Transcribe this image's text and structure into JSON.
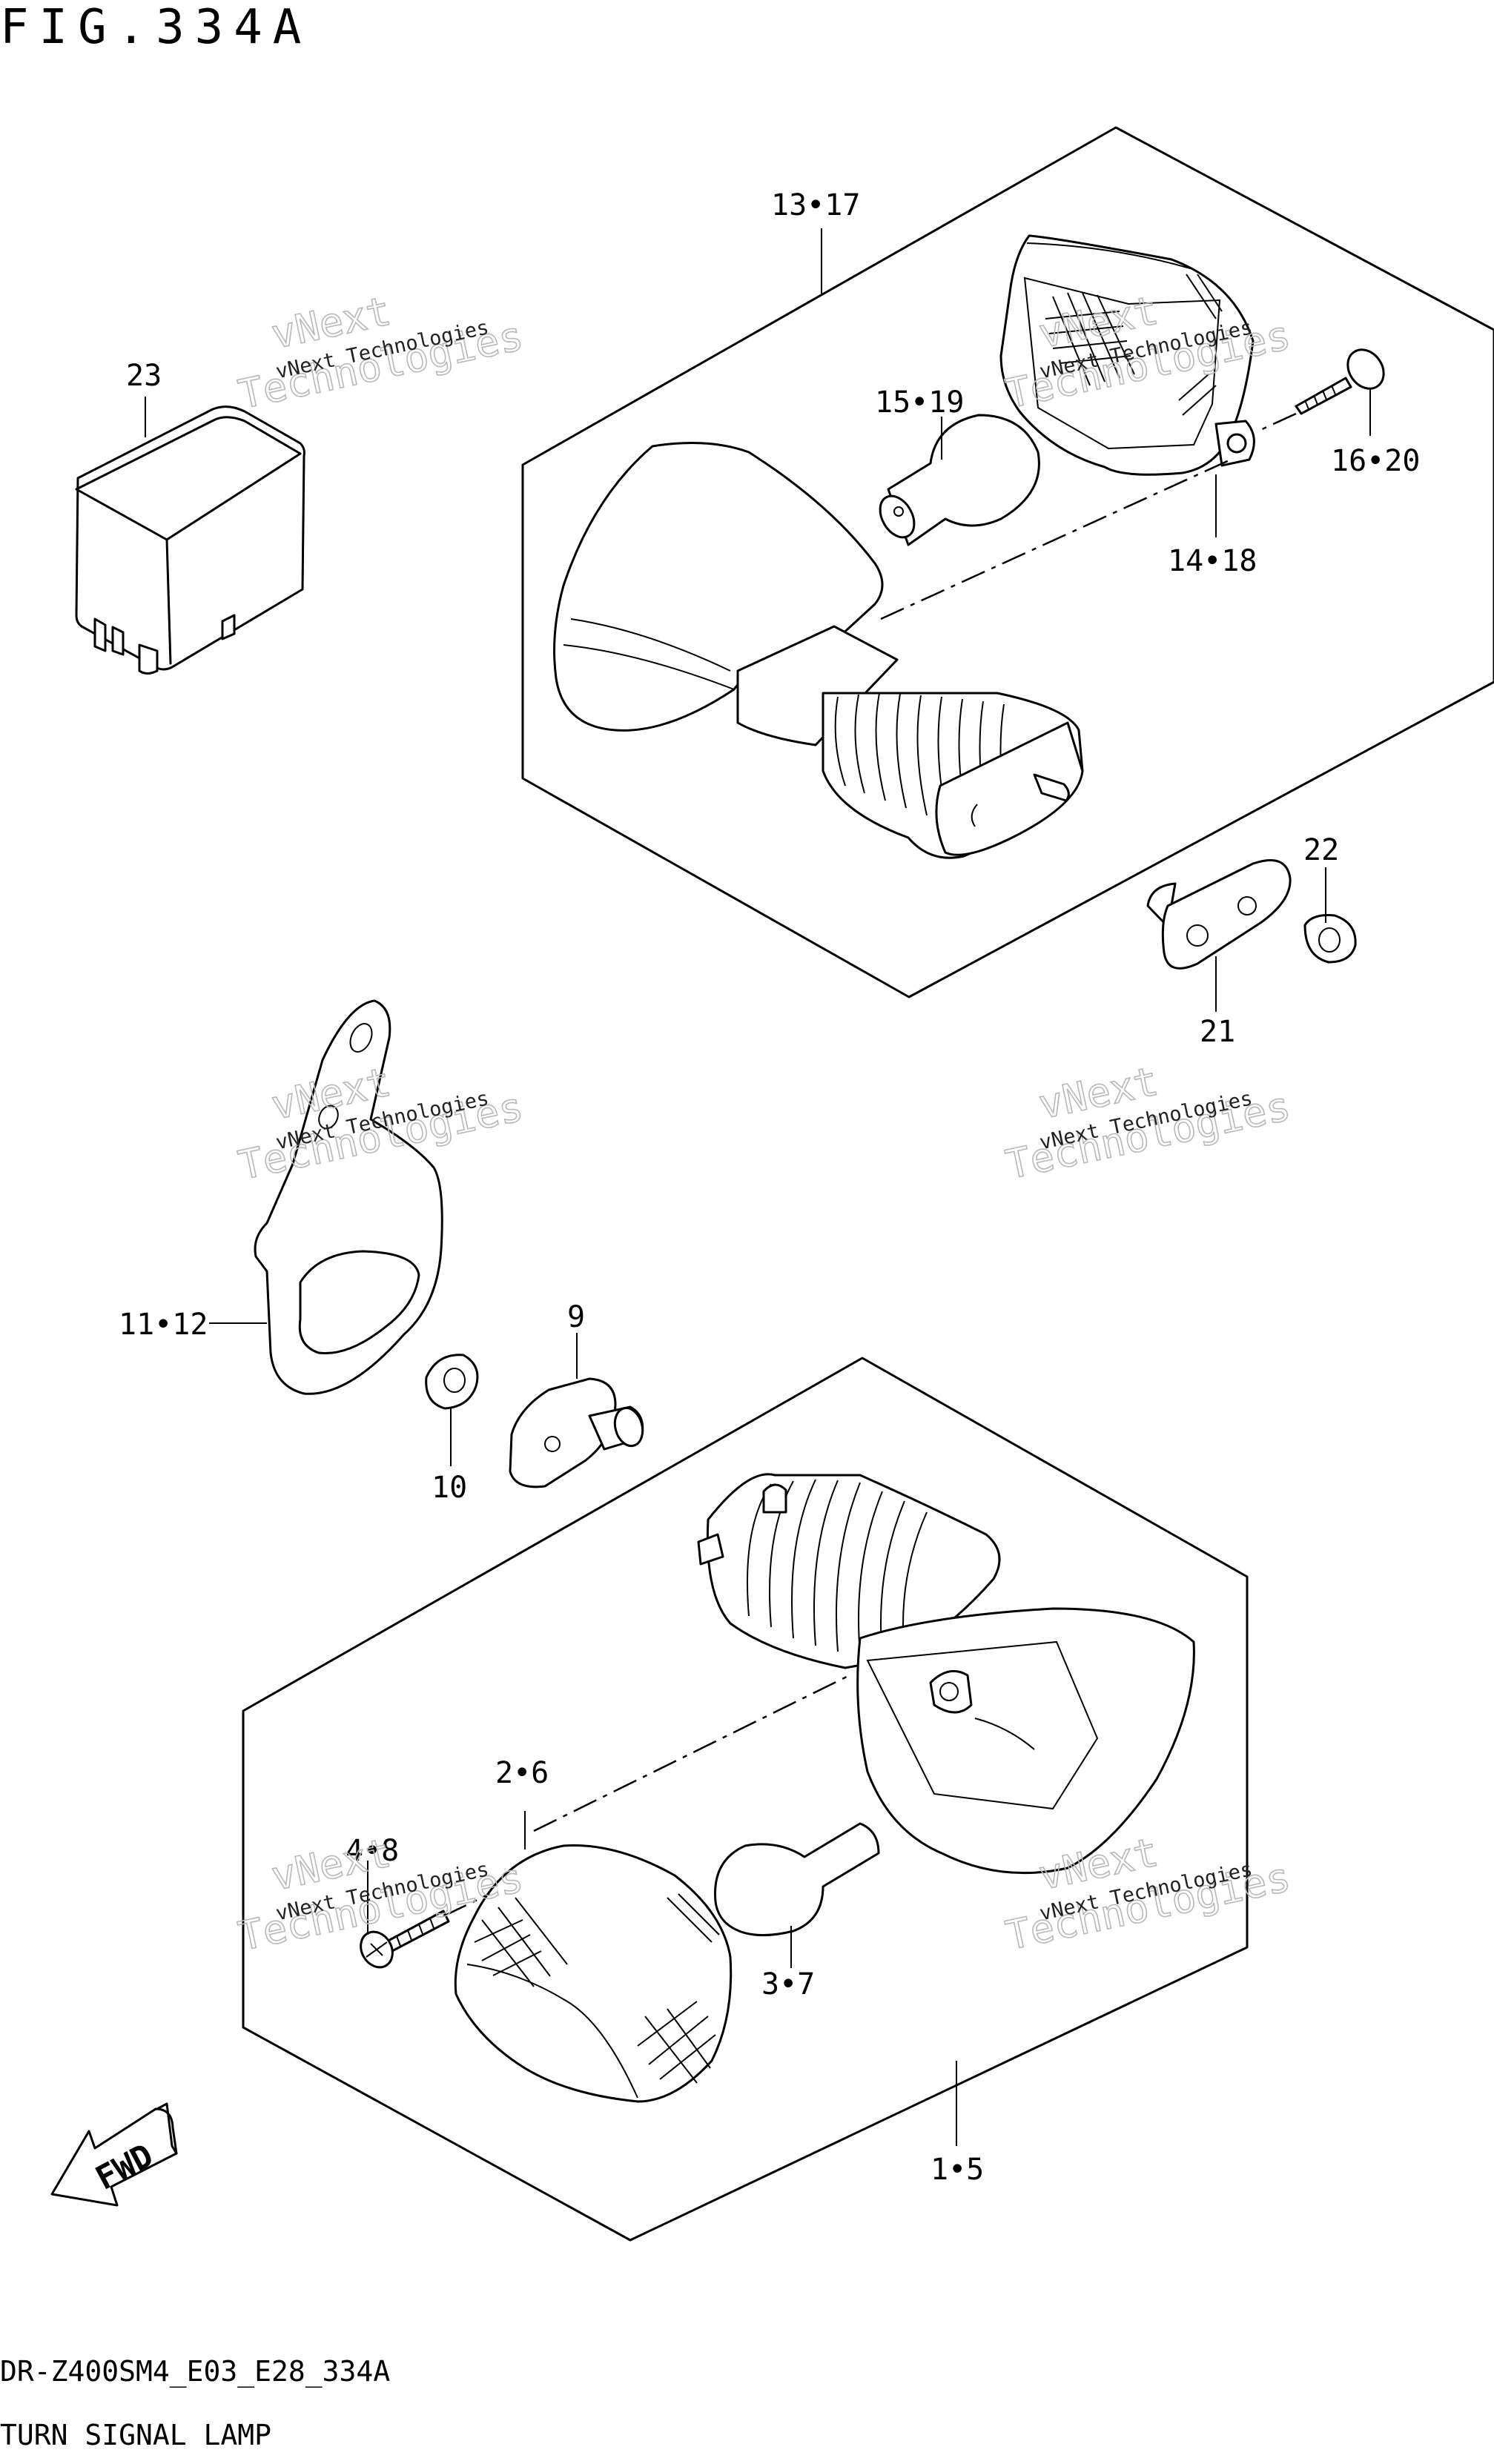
{
  "header": {
    "figure_title": "FIG.334A"
  },
  "footer": {
    "model_code": "DR-Z400SM4_E03_E28_334A",
    "section_title": "TURN SIGNAL LAMP"
  },
  "fwd_label": "FWD",
  "watermark": {
    "line1": "vNext Technologies",
    "line2": "vNext",
    "line3": "Technologies"
  },
  "callouts": {
    "c1_5": "1•5",
    "c2_6": "2•6",
    "c3_7": "3•7",
    "c4_8": "4•8",
    "c9": "9",
    "c10": "10",
    "c11_12": "11•12",
    "c13_17": "13•17",
    "c14_18": "14•18",
    "c15_19": "15•19",
    "c16_20": "16•20",
    "c21": "21",
    "c22": "22",
    "c23": "23"
  }
}
